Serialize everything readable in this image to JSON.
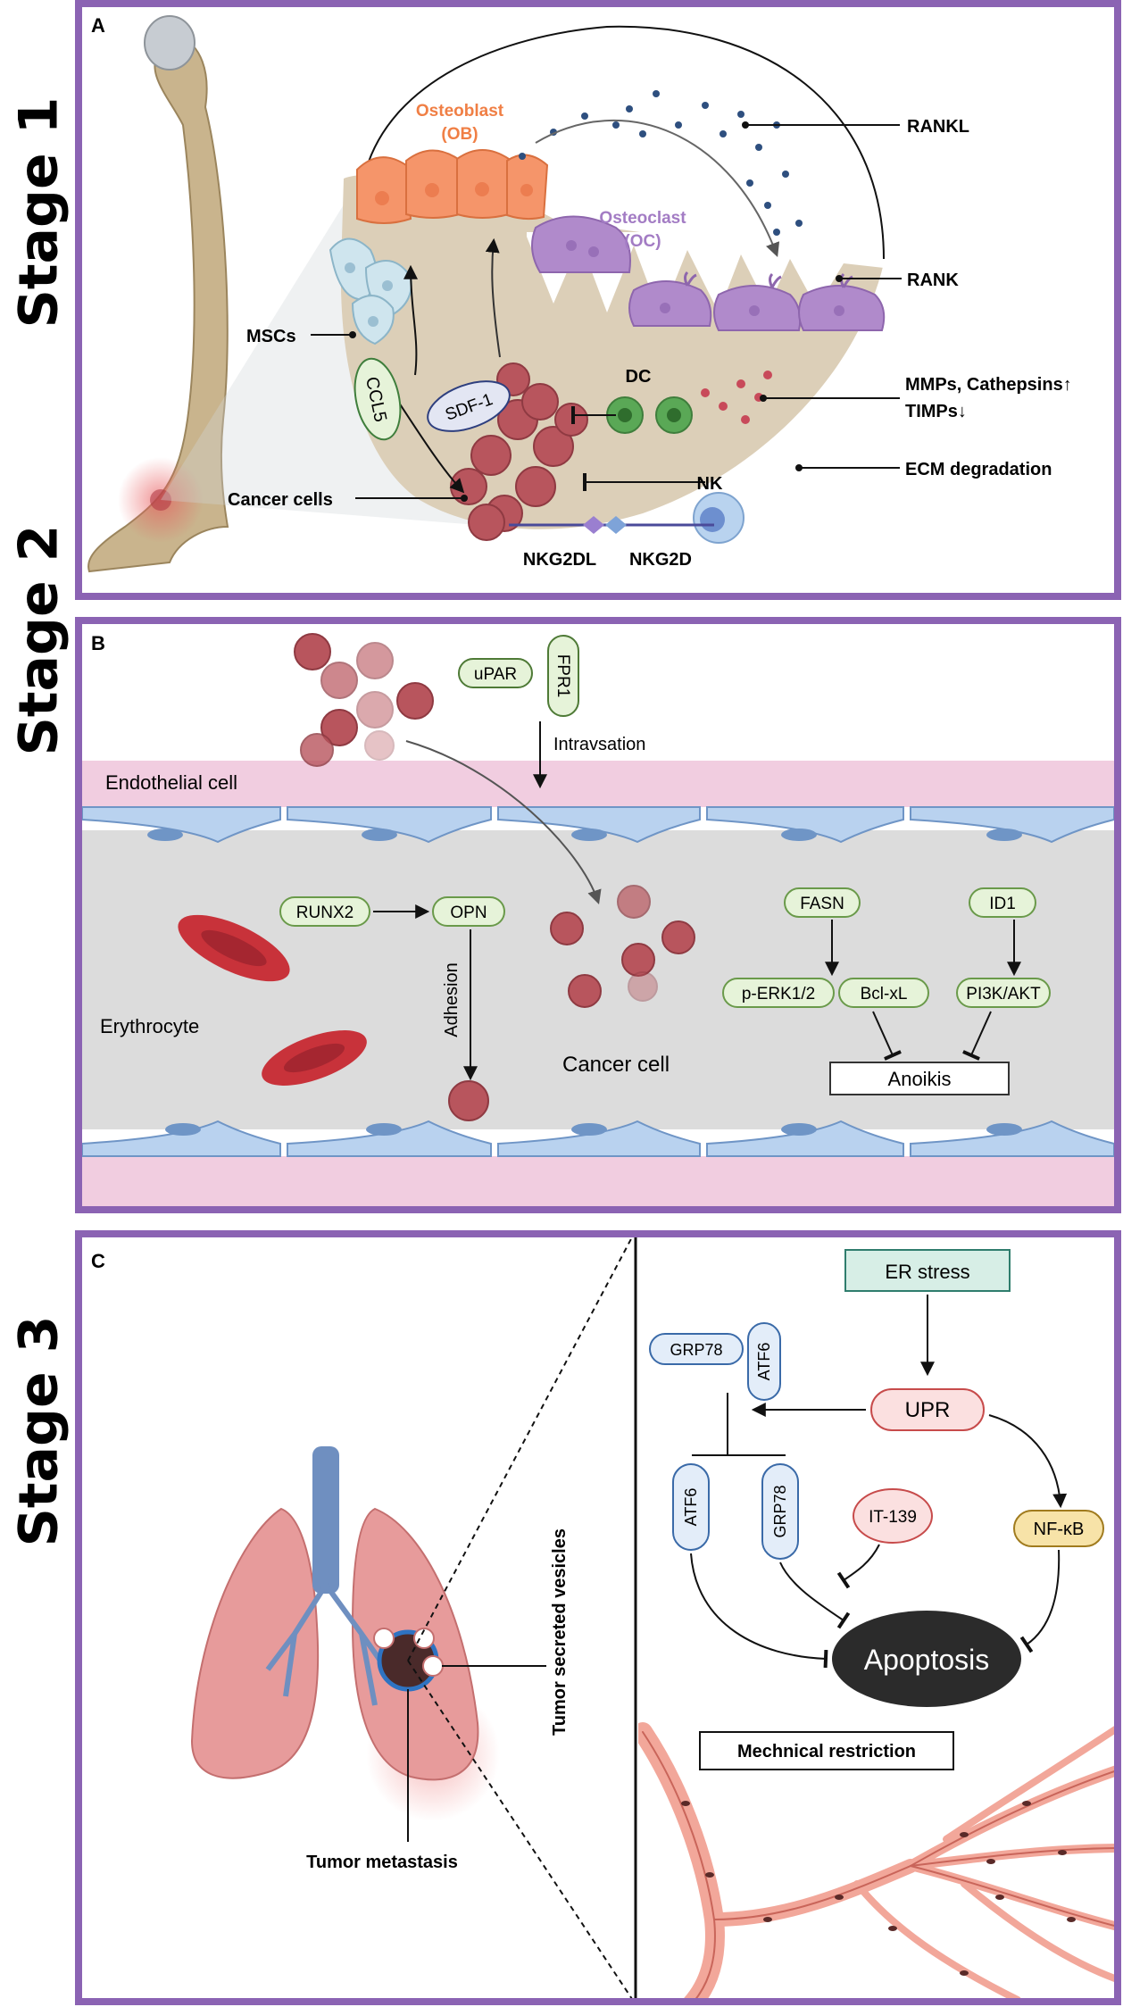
{
  "stages": [
    "Stage 1",
    "Stage 2",
    "Stage 3"
  ],
  "panel_a": {
    "letter": "A",
    "osteoblast": "Osteoblast",
    "osteoblast_abbr": "(OB)",
    "osteoclast": "Osteoclast",
    "osteoclast_abbr": "(OC)",
    "rankl": "RANKL",
    "rank": "RANK",
    "mscs": "MSCs",
    "ccl5": "CCL5",
    "sdf1": "SDF-1",
    "dc": "DC",
    "mmps": "MMPs, Cathepsins↑",
    "timps": "TIMPs↓",
    "ecm": "ECM degradation",
    "cancer_cells": "Cancer cells",
    "nk": "NK",
    "nkg2dl": "NKG2DL",
    "nkg2d": "NKG2D"
  },
  "panel_b": {
    "letter": "B",
    "upar": "uPAR",
    "fpr1": "FPR1",
    "intravasation": "Intravsation",
    "endothelial": "Endothelial cell",
    "runx2": "RUNX2",
    "opn": "OPN",
    "adhesion": "Adhesion",
    "erythrocyte": "Erythrocyte",
    "cancer_cell": "Cancer cell",
    "fasn": "FASN",
    "id1": "ID1",
    "perk": "p-ERK1/2",
    "bclxl": "Bcl-xL",
    "pi3k": "PI3K/AKT",
    "anoikis": "Anoikis"
  },
  "panel_c": {
    "letter": "C",
    "er_stress": "ER stress",
    "grp78": "GRP78",
    "atf6": "ATF6",
    "upr": "UPR",
    "it139": "IT-139",
    "nfkb": "NF-κB",
    "apoptosis": "Apoptosis",
    "vesicles": "Tumor secreted vesicles",
    "metastasis": "Tumor metastasis",
    "mechanical": "Mechnical restriction"
  },
  "colors": {
    "frame": "#8b63b3",
    "osteoblast": "#f5956a",
    "osteoclast": "#b08acb",
    "bone_matrix": "#d9cdb8",
    "endothelium": "#b9d2ef",
    "vessel_lumen": "#dcdcdc",
    "pink_band": "#f1cde0",
    "label_green_fill": "#e6f3d9",
    "label_green_stroke": "#6a9a4a",
    "er_stress_fill": "#d7eee6",
    "upr_fill": "#fbe0e0",
    "nfkb_fill": "#f7e3a8",
    "apoptosis_fill": "#2b2b2b",
    "cancer_cell": "#b8555d",
    "erythrocyte": "#c8323a",
    "lung": "#e79b9b",
    "trachea": "#6f8fc0",
    "capillary": "#f2a79a"
  }
}
